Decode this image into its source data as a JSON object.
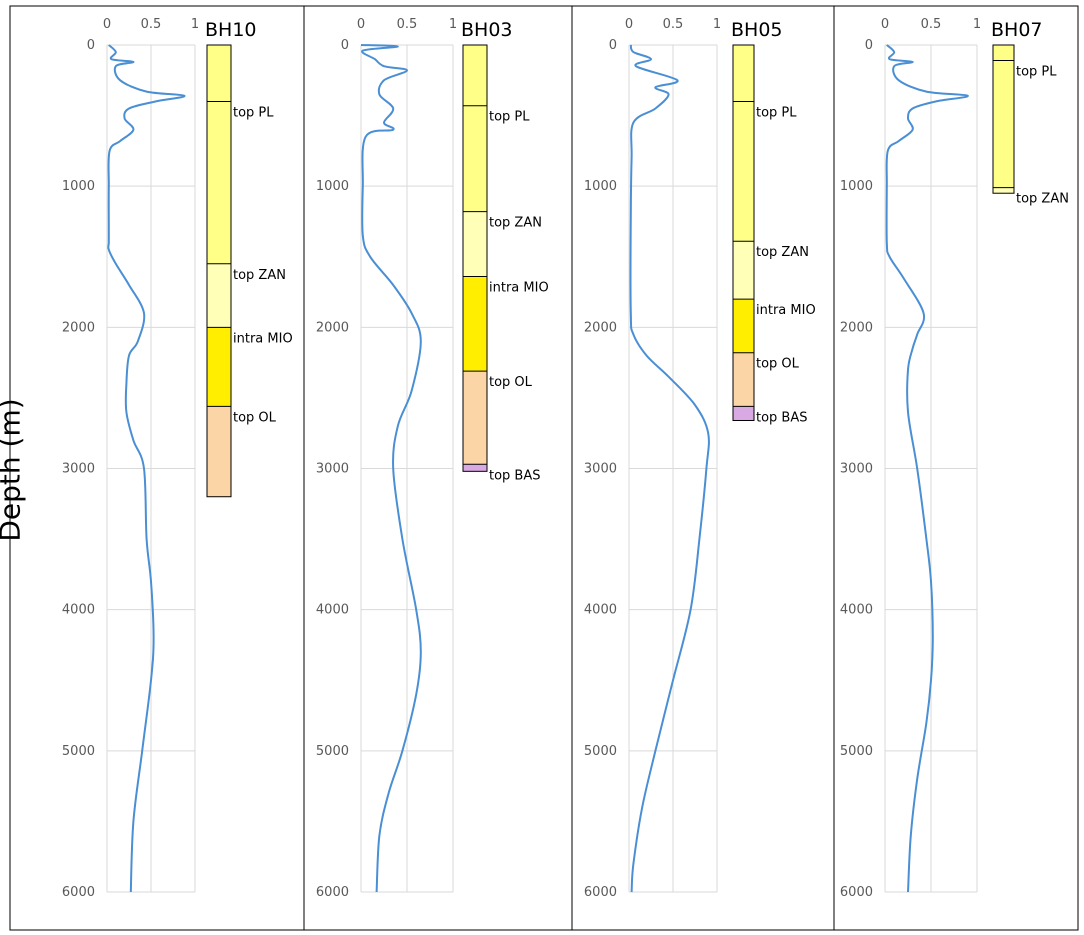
{
  "ylabel": "Depth (m)",
  "colors": {
    "curve": "#4a8fd4",
    "grid": "#d9d9d9",
    "axis_text": "#595959",
    "PL": "#ffff88",
    "ZAN": "#ffffb8",
    "MIO": "#ffee00",
    "OL": "#fbd5a5",
    "BAS": "#d9a9e3"
  },
  "chart_data": [
    {
      "type": "line",
      "title": "BH10",
      "xlim": [
        0,
        1
      ],
      "xticks": [
        "0",
        "0.5",
        "1"
      ],
      "ylim": [
        0,
        6000
      ],
      "yticks": [
        "0",
        "1000",
        "2000",
        "3000",
        "4000",
        "5000",
        "6000"
      ],
      "profile": {
        "x": [
          0.02,
          0.1,
          0.05,
          0.3,
          0.1,
          0.15,
          0.45,
          0.88,
          0.55,
          0.25,
          0.2,
          0.3,
          0.15,
          0.03,
          0.02,
          0.02,
          0.02,
          0.02,
          0.1,
          0.25,
          0.42,
          0.35,
          0.25,
          0.22,
          0.22,
          0.3,
          0.42,
          0.45,
          0.5,
          0.53,
          0.5,
          0.4,
          0.3,
          0.27
        ],
        "y": [
          0,
          50,
          100,
          120,
          150,
          250,
          330,
          360,
          400,
          450,
          520,
          600,
          680,
          750,
          1000,
          1300,
          1400,
          1450,
          1550,
          1700,
          1900,
          2100,
          2200,
          2400,
          2600,
          2800,
          3000,
          3500,
          3800,
          4200,
          4500,
          5000,
          5500,
          6000
        ]
      },
      "column": {
        "bottom": 3200,
        "units": [
          {
            "unit": "PL",
            "top": 0,
            "label": ""
          },
          {
            "unit": "PL",
            "top": 400,
            "label": "top PL"
          },
          {
            "unit": "ZAN",
            "top": 1550,
            "label": "top ZAN"
          },
          {
            "unit": "MIO",
            "top": 2000,
            "label": "intra MIO"
          },
          {
            "unit": "OL",
            "top": 2560,
            "label": "top OL"
          }
        ]
      }
    },
    {
      "type": "line",
      "title": "BH03",
      "xlim": [
        0,
        1
      ],
      "xticks": [
        "0",
        "0.5",
        "1"
      ],
      "ylim": [
        0,
        6000
      ],
      "yticks": [
        "0",
        "1000",
        "2000",
        "3000",
        "4000",
        "5000",
        "6000"
      ],
      "profile": {
        "x": [
          0.0,
          0.4,
          0.02,
          0.15,
          0.25,
          0.5,
          0.25,
          0.2,
          0.35,
          0.25,
          0.35,
          0.05,
          0.02,
          0.02,
          0.1,
          0.35,
          0.55,
          0.65,
          0.55,
          0.4,
          0.35,
          0.45,
          0.6,
          0.65,
          0.6,
          0.45,
          0.3,
          0.2,
          0.17
        ],
        "y": [
          0,
          10,
          40,
          100,
          150,
          180,
          250,
          350,
          450,
          550,
          600,
          650,
          1000,
          1350,
          1500,
          1700,
          1900,
          2100,
          2450,
          2700,
          3000,
          3500,
          4000,
          4300,
          4600,
          5000,
          5300,
          5600,
          6000
        ]
      },
      "column": {
        "bottom": 3020,
        "units": [
          {
            "unit": "PL",
            "top": 0,
            "label": ""
          },
          {
            "unit": "PL",
            "top": 430,
            "label": "top PL"
          },
          {
            "unit": "ZAN",
            "top": 1180,
            "label": "top ZAN"
          },
          {
            "unit": "MIO",
            "top": 1640,
            "label": "intra MIO"
          },
          {
            "unit": "OL",
            "top": 2310,
            "label": "top OL"
          },
          {
            "unit": "BAS",
            "top": 2970,
            "label": "top BAS"
          }
        ]
      }
    },
    {
      "type": "line",
      "title": "BH05",
      "xlim": [
        0,
        1
      ],
      "xticks": [
        "0",
        "0.5",
        "1"
      ],
      "ylim": [
        0,
        6000
      ],
      "yticks": [
        "0",
        "1000",
        "2000",
        "3000",
        "4000",
        "5000",
        "6000"
      ],
      "profile": {
        "x": [
          0.02,
          0.05,
          0.25,
          0.08,
          0.55,
          0.3,
          0.45,
          0.3,
          0.05,
          0.03,
          0.02,
          0.02,
          0.05,
          0.2,
          0.45,
          0.75,
          0.9,
          0.88,
          0.8,
          0.7,
          0.5,
          0.3,
          0.15,
          0.05,
          0.03
        ],
        "y": [
          0,
          50,
          100,
          150,
          250,
          300,
          350,
          450,
          550,
          800,
          1200,
          1900,
          2050,
          2200,
          2350,
          2550,
          2750,
          3000,
          3500,
          4000,
          4500,
          5000,
          5400,
          5800,
          6000
        ]
      },
      "column": {
        "bottom": 2660,
        "units": [
          {
            "unit": "PL",
            "top": 0,
            "label": ""
          },
          {
            "unit": "PL",
            "top": 400,
            "label": "top PL"
          },
          {
            "unit": "ZAN",
            "top": 1390,
            "label": "top ZAN"
          },
          {
            "unit": "MIO",
            "top": 1800,
            "label": "intra MIO"
          },
          {
            "unit": "OL",
            "top": 2180,
            "label": "top OL"
          },
          {
            "unit": "BAS",
            "top": 2560,
            "label": "top BAS"
          }
        ]
      }
    },
    {
      "type": "line",
      "title": "BH07",
      "xlim": [
        0,
        1
      ],
      "xticks": [
        "0",
        "0.5",
        "1"
      ],
      "ylim": [
        0,
        6000
      ],
      "yticks": [
        "0",
        "1000",
        "2000",
        "3000",
        "4000",
        "5000",
        "6000"
      ],
      "profile": {
        "x": [
          0.02,
          0.1,
          0.05,
          0.3,
          0.1,
          0.15,
          0.45,
          0.9,
          0.55,
          0.3,
          0.25,
          0.3,
          0.15,
          0.03,
          0.02,
          0.02,
          0.05,
          0.2,
          0.42,
          0.35,
          0.3,
          0.25,
          0.25,
          0.35,
          0.45,
          0.5,
          0.52,
          0.5,
          0.45,
          0.35,
          0.28,
          0.25
        ],
        "y": [
          0,
          50,
          100,
          120,
          150,
          250,
          330,
          360,
          400,
          450,
          520,
          600,
          680,
          750,
          1000,
          1400,
          1500,
          1650,
          1900,
          2050,
          2150,
          2300,
          2600,
          3000,
          3500,
          3800,
          4200,
          4500,
          4800,
          5200,
          5600,
          6000
        ]
      },
      "column": {
        "bottom": 1050,
        "units": [
          {
            "unit": "PL",
            "top": 0,
            "label": ""
          },
          {
            "unit": "PL",
            "top": 110,
            "label": "top PL"
          },
          {
            "unit": "ZAN",
            "top": 1010,
            "label": "top ZAN"
          }
        ]
      }
    }
  ]
}
